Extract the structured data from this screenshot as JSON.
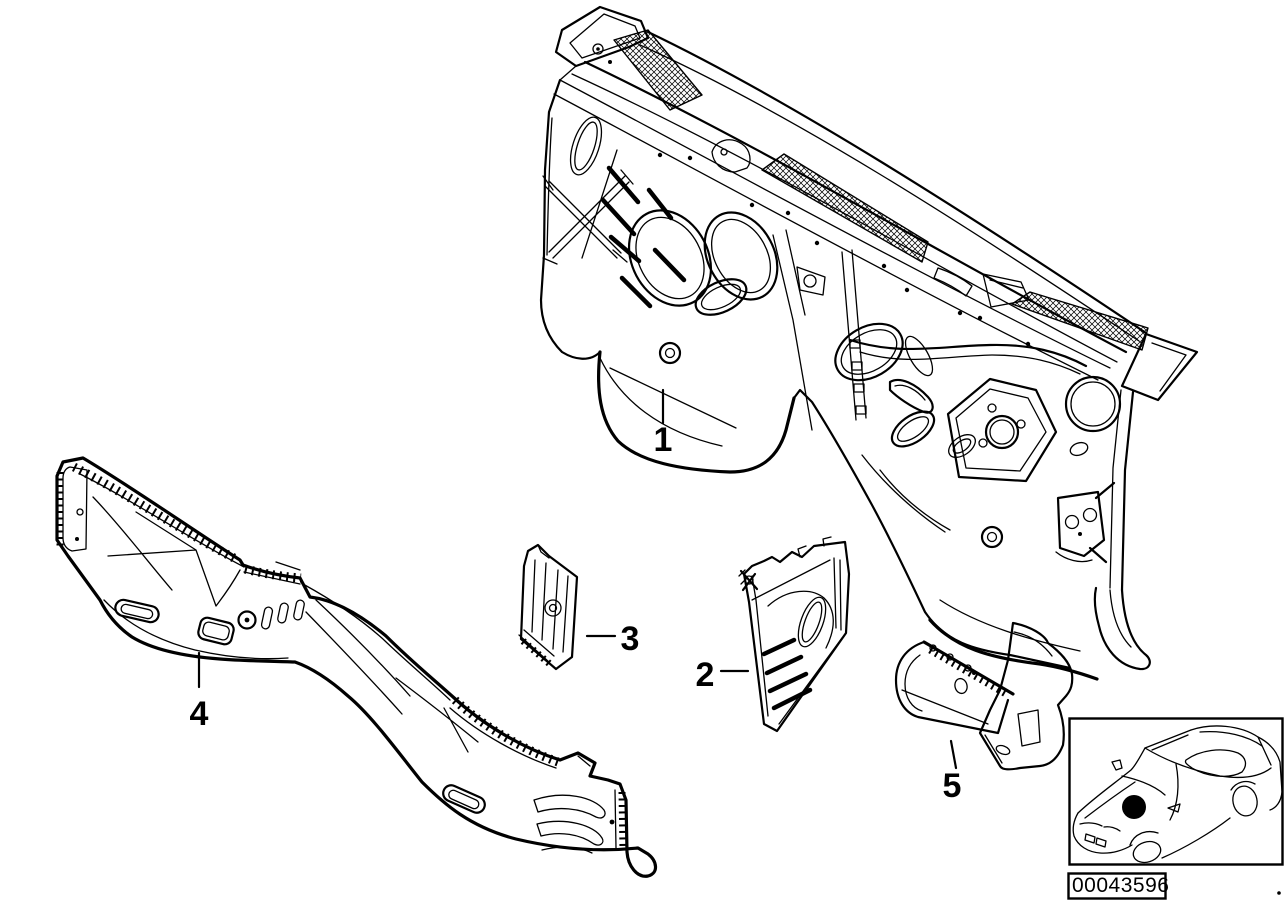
{
  "page": {
    "background_color": "#ffffff",
    "line_color": "#000000",
    "description_icon": "exploded-parts-diagram"
  },
  "callouts": [
    {
      "label": "1"
    },
    {
      "label": "2"
    },
    {
      "label": "3"
    },
    {
      "label": "4"
    },
    {
      "label": "5"
    }
  ],
  "thumbnail": {
    "icon": "car-three-quarter-front-icon",
    "marker_icon": "location-dot-icon",
    "marker_color": "#000000"
  },
  "footer": {
    "image_number": "00043596"
  }
}
